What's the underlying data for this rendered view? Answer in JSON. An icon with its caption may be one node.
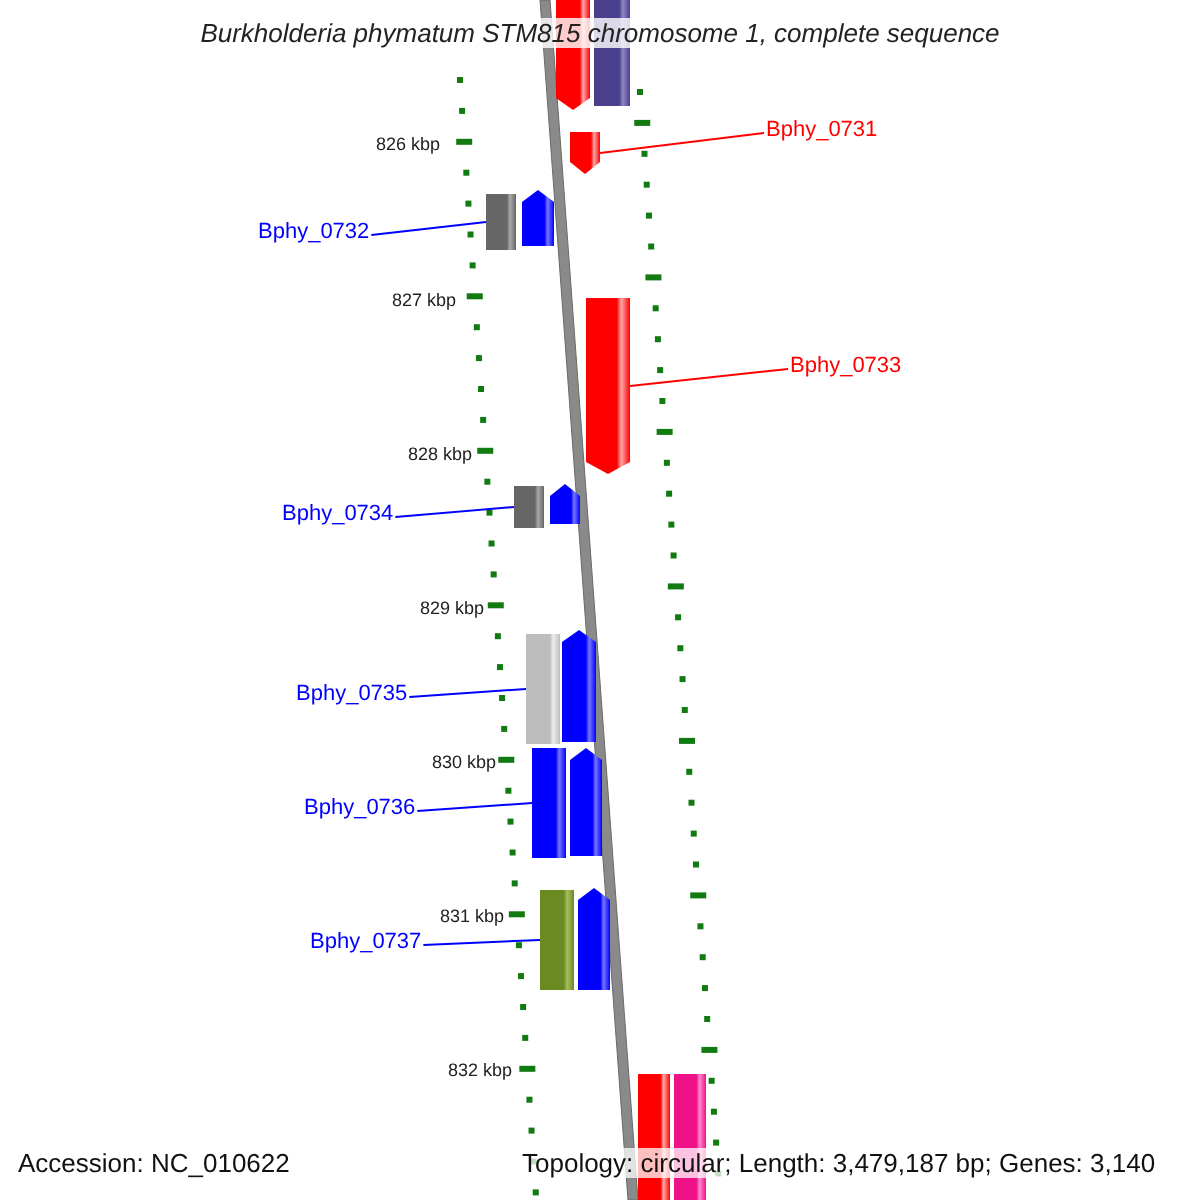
{
  "diagram": {
    "title": "Burkholderia phymatum STM815 chromosome 1, complete sequence",
    "nodes": [
      {
        "text": [
          "Bphy_0731"
        ]
      },
      {
        "text": [
          "Bphy_0732"
        ]
      },
      {
        "text": [
          "Bphy_0733"
        ]
      },
      {
        "text": [
          "Bphy_0734"
        ]
      },
      {
        "text": [
          "Bphy_0735"
        ]
      },
      {
        "text": [
          "Bphy_0736"
        ]
      },
      {
        "text": [
          "Bphy_0737"
        ]
      },
      {
        "text": [],
        "shape": "bar"
      },
      {
        "text": [],
        "shape": "bar"
      },
      {
        "text": [],
        "shape": "bar"
      },
      {
        "text": [],
        "shape": "bar"
      },
      {
        "text": [],
        "shape": "bar"
      },
      {
        "text": [],
        "shape": "bar"
      },
      {
        "text": [],
        "shape": "bar"
      },
      {
        "text": [],
        "shape": "bar"
      },
      {
        "text": [],
        "shape": "bar"
      },
      {
        "text": [],
        "shape": "bar"
      },
      {
        "text": [],
        "shape": "bar"
      },
      {
        "text": [],
        "shape": "bar"
      },
      {
        "text": [],
        "shape": "bar"
      },
      {
        "text": [],
        "shape": "bar"
      },
      {
        "text": [],
        "shape": "bar"
      },
      {
        "text": [],
        "shape": "bar"
      }
    ],
    "edges": [
      {
        "from": 0,
        "to": 9,
        "arrow": "none",
        "color": "#ff0000"
      },
      {
        "from": 1,
        "to": 10,
        "arrow": "none"
      },
      {
        "from": 2,
        "to": 12,
        "arrow": "none",
        "color": "#ff0000"
      },
      {
        "from": 3,
        "to": 13,
        "arrow": "none"
      },
      {
        "from": 4,
        "to": 15,
        "arrow": "none"
      },
      {
        "from": 5,
        "to": 17,
        "arrow": "none"
      },
      {
        "from": 6,
        "to": 19,
        "arrow": "none"
      }
    ],
    "labels": [
      "826 kbp",
      "827 kbp",
      "828 kbp",
      "829 kbp",
      "830 kbp",
      "831 kbp",
      "832 kbp",
      "Accession: NC_010622",
      "Topology: circular; Length: 3,479,187 bp; Genes: 3,140"
    ]
  }
}
